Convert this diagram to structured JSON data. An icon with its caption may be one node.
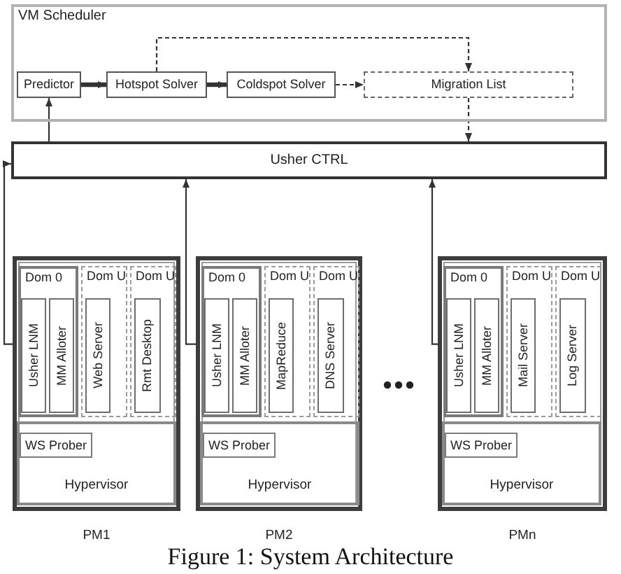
{
  "diagram": {
    "caption": "Figure 1: System Architecture",
    "nodes": [
      {
        "text": [
          "VM Scheduler"
        ]
      },
      {
        "text": [
          "Predictor"
        ],
        "in": 0
      },
      {
        "text": [
          "Hotspot Solver"
        ],
        "in": 0
      },
      {
        "text": [
          "Coldspot Solver"
        ],
        "in": 0
      },
      {
        "text": [
          "Migration List"
        ],
        "in": 0
      },
      {
        "text": [
          "Usher CTRL"
        ]
      },
      {
        "text": [],
        "shape": "box",
        "beside": [
          "PM1"
        ]
      },
      {
        "text": [
          "Dom 0"
        ],
        "in": 6
      },
      {
        "text": [
          "Usher LNM"
        ],
        "in": 7
      },
      {
        "text": [
          "MM Alloter"
        ],
        "in": 7
      },
      {
        "text": [
          "Dom U"
        ],
        "in": 6
      },
      {
        "text": [
          "Web Server"
        ],
        "in": 10
      },
      {
        "text": [
          "Dom U"
        ],
        "in": 6
      },
      {
        "text": [
          "Rmt Desktop"
        ],
        "in": 12
      },
      {
        "text": [
          "Hypervisor"
        ],
        "in": 6
      },
      {
        "text": [
          "WS Prober"
        ],
        "in": 14
      },
      {
        "text": [],
        "shape": "box",
        "beside": [
          "PM2"
        ]
      },
      {
        "text": [
          "Dom 0"
        ],
        "in": 16
      },
      {
        "text": [
          "Usher LNM"
        ],
        "in": 17
      },
      {
        "text": [
          "MM Alloter"
        ],
        "in": 17
      },
      {
        "text": [
          "Dom U"
        ],
        "in": 16
      },
      {
        "text": [
          "MapReduce"
        ],
        "in": 20
      },
      {
        "text": [
          "Dom U"
        ],
        "in": 16
      },
      {
        "text": [
          "DNS Server"
        ],
        "in": 22
      },
      {
        "text": [
          "Hypervisor"
        ],
        "in": 16
      },
      {
        "text": [
          "WS Prober"
        ],
        "in": 24
      },
      {
        "text": [],
        "shape": "box",
        "beside": [
          "PMn"
        ]
      },
      {
        "text": [
          "Dom 0"
        ],
        "in": 26
      },
      {
        "text": [
          "Usher LNM"
        ],
        "in": 27
      },
      {
        "text": [
          "MM Alloter"
        ],
        "in": 27
      },
      {
        "text": [
          "Dom U"
        ],
        "in": 26
      },
      {
        "text": [
          "Mail Server"
        ],
        "in": 30
      },
      {
        "text": [
          "Dom U"
        ],
        "in": 26
      },
      {
        "text": [
          "Log Server"
        ],
        "in": 32
      },
      {
        "text": [
          "Hypervisor"
        ],
        "in": 26
      },
      {
        "text": [
          "WS Prober"
        ],
        "in": 34
      }
    ],
    "edges": [
      {
        "from": 1,
        "to": 2,
        "arrow": "to",
        "style": "thick"
      },
      {
        "from": 2,
        "to": 3,
        "arrow": "to",
        "style": "thick"
      },
      {
        "from": 3,
        "to": 4,
        "arrow": "to",
        "style": "dashed"
      },
      {
        "from": 2,
        "to": 4,
        "arrow": "to",
        "style": "dashed"
      },
      {
        "from": 5,
        "to": 1,
        "arrow": "to"
      },
      {
        "from": 4,
        "to": 5,
        "arrow": "to",
        "style": "dashed"
      },
      {
        "from": 5,
        "to": 8,
        "arrow": "both"
      },
      {
        "from": 5,
        "to": 18,
        "arrow": "both"
      },
      {
        "from": 5,
        "to": 28,
        "arrow": "both"
      }
    ]
  }
}
